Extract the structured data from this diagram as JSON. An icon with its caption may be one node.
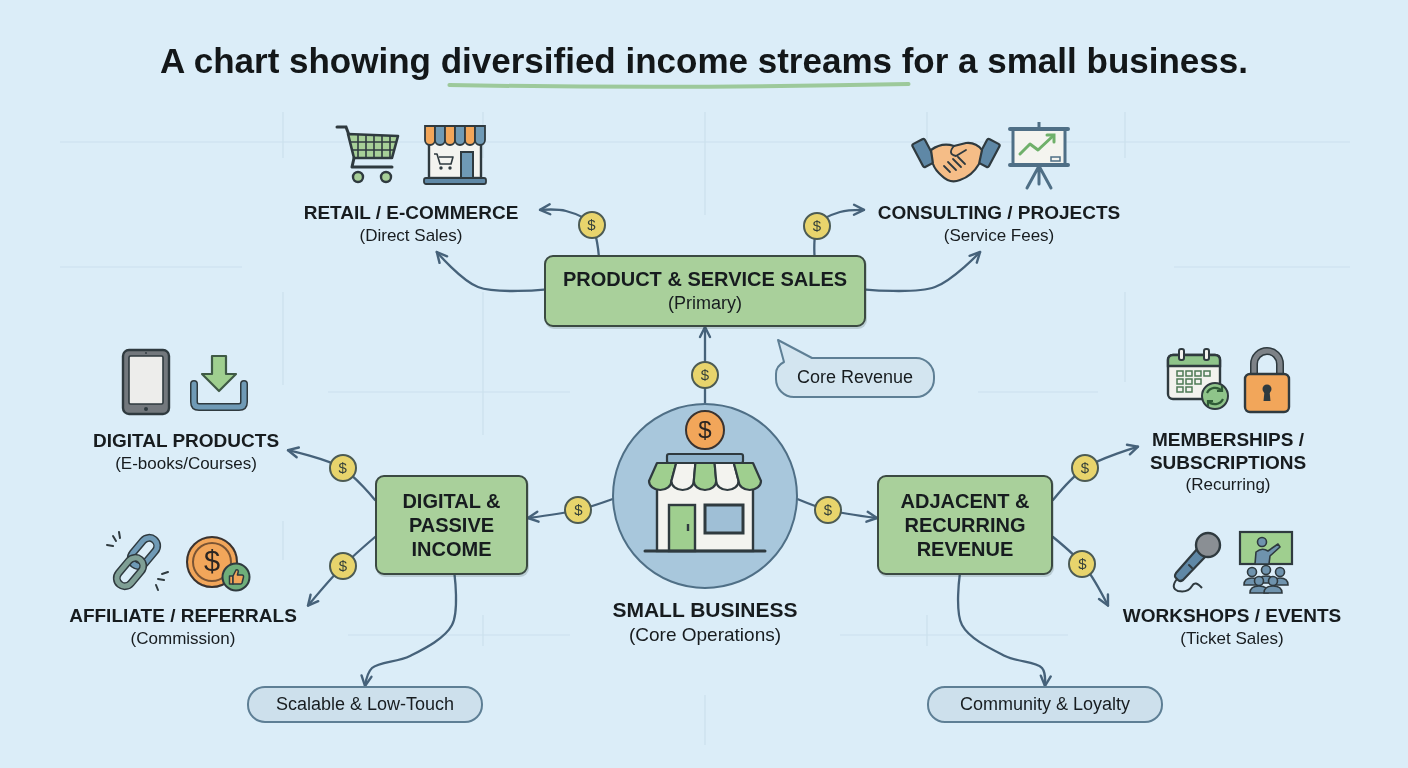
{
  "diagram": {
    "title": "A chart showing diversified income streams for a small business.",
    "nodes": [
      {
        "text": [
          "RETAIL / E-COMMERCE",
          "(Direct Sales)"
        ]
      },
      {
        "text": [
          "CONSULTING / PROJECTS",
          "(Service Fees)"
        ]
      },
      {
        "text": [
          "PRODUCT & SERVICE SALES",
          "(Primary)"
        ]
      },
      {
        "text": [
          "Core Revenue"
        ]
      },
      {
        "text": [
          "DIGITAL PRODUCTS",
          "(E-books/Courses)"
        ]
      },
      {
        "text": [
          "MEMBERSHIPS / SUBSCRIPTIONS",
          "(Recurring)"
        ]
      },
      {
        "text": [
          "DIGITAL & PASSIVE INCOME"
        ]
      },
      {
        "text": [
          "SMALL BUSINESS",
          "(Core Operations)"
        ]
      },
      {
        "text": [
          "ADJACENT & RECURRING REVENUE"
        ]
      },
      {
        "text": [
          "AFFILIATE / REFERRALS",
          "(Commission)"
        ]
      },
      {
        "text": [
          "WORKSHOPS / EVENTS",
          "(Ticket Sales)"
        ]
      },
      {
        "text": [
          "Scalable & Low-Touch"
        ]
      },
      {
        "text": [
          "Community & Loyalty"
        ]
      }
    ],
    "edges": [
      {
        "from": 7,
        "to": 2,
        "arrow": "to",
        "label": "$"
      },
      {
        "from": 2,
        "to": 0,
        "arrow": "to",
        "label": "$"
      },
      {
        "from": 2,
        "to": 0,
        "arrow": "to"
      },
      {
        "from": 2,
        "to": 1,
        "arrow": "to",
        "label": "$"
      },
      {
        "from": 2,
        "to": 1,
        "arrow": "to"
      },
      {
        "from": 7,
        "to": 6,
        "arrow": "to",
        "label": "$"
      },
      {
        "from": 6,
        "to": 4,
        "arrow": "to",
        "label": "$"
      },
      {
        "from": 6,
        "to": 9,
        "arrow": "to",
        "label": "$"
      },
      {
        "from": 6,
        "to": 11,
        "arrow": "to"
      },
      {
        "from": 7,
        "to": 8,
        "arrow": "to",
        "label": "$"
      },
      {
        "from": 8,
        "to": 5,
        "arrow": "to",
        "label": "$"
      },
      {
        "from": 8,
        "to": 10,
        "arrow": "to",
        "label": "$"
      },
      {
        "from": 8,
        "to": 12,
        "arrow": "to"
      }
    ],
    "labels": [
      "$",
      "$"
    ]
  }
}
